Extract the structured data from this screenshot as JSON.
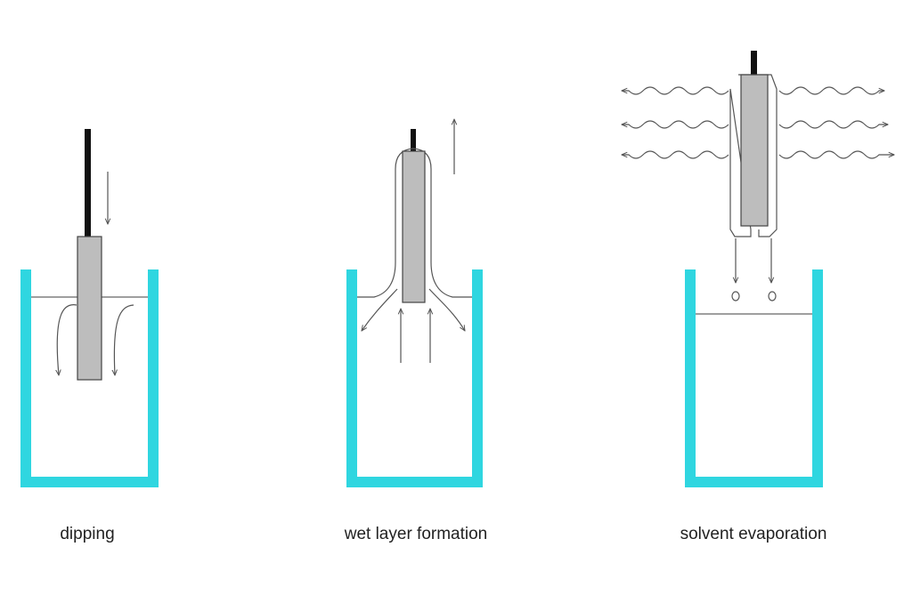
{
  "stages": [
    {
      "label": "dipping"
    },
    {
      "label": "wet layer formation"
    },
    {
      "label": "solvent evaporation"
    }
  ],
  "colors": {
    "beaker": "#2fd6e0",
    "substrate": "#bdbdbd",
    "rod": "#111111",
    "arrows": "#555555"
  }
}
